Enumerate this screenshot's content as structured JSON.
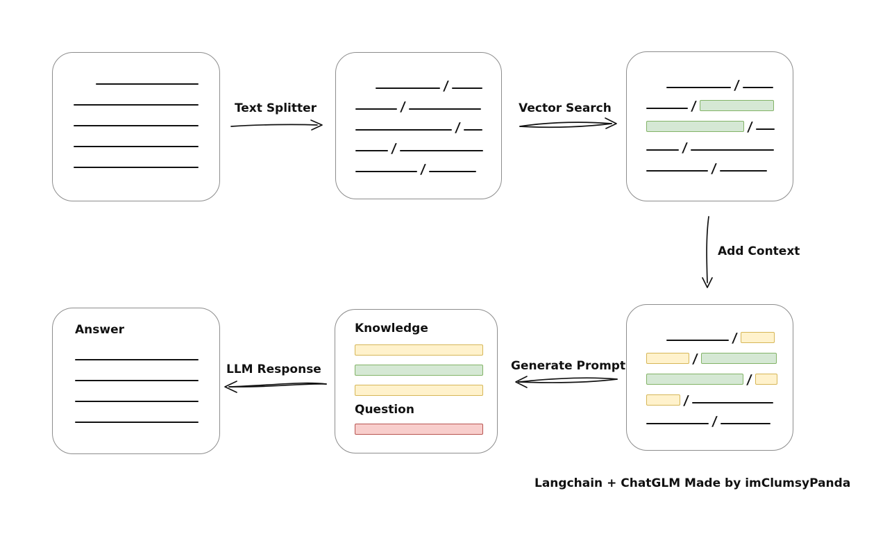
{
  "caption": "Langchain + ChatGLM Made by imClumsyPanda",
  "labels": {
    "text_splitter": "Text Splitter",
    "vector_search": "Vector Search",
    "add_context": "Add Context",
    "generate_prompt": "Generate Prompt",
    "llm_response": "LLM Response"
  },
  "colors": {
    "green_fill": "#d5e8d4",
    "green_border": "#82b366",
    "yellow_fill": "#fff2cc",
    "yellow_border": "#d6b656",
    "red_fill": "#f8cecc",
    "red_border": "#b85450",
    "box_border": "#8c8c8c",
    "line_color": "#111111"
  },
  "boxes": {
    "document": {
      "lines": [
        {
          "indent": 32,
          "w": 148
        },
        {
          "indent": 0,
          "w": 182
        },
        {
          "indent": 0,
          "w": 182
        },
        {
          "indent": 0,
          "w": 182
        },
        {
          "indent": 0,
          "w": 182
        }
      ]
    },
    "split": {
      "rows": [
        {
          "indent": 29,
          "segments": [
            [
              "line",
              93
            ],
            [
              "slash"
            ],
            [
              "line",
              44
            ]
          ]
        },
        {
          "indent": 0,
          "segments": [
            [
              "line",
              60
            ],
            [
              "slash"
            ],
            [
              "line",
              104
            ]
          ]
        },
        {
          "indent": 0,
          "segments": [
            [
              "line",
              139
            ],
            [
              "slash"
            ],
            [
              "line",
              27
            ]
          ]
        },
        {
          "indent": 0,
          "segments": [
            [
              "line",
              47
            ],
            [
              "slash"
            ],
            [
              "line",
              120
            ]
          ]
        },
        {
          "indent": 0,
          "segments": [
            [
              "line",
              89
            ],
            [
              "slash"
            ],
            [
              "line",
              68
            ]
          ]
        }
      ]
    },
    "vector": {
      "rows": [
        {
          "indent": 29,
          "segments": [
            [
              "line",
              93
            ],
            [
              "slash"
            ],
            [
              "line",
              44
            ]
          ]
        },
        {
          "indent": 0,
          "segments": [
            [
              "line",
              60
            ],
            [
              "slash"
            ],
            [
              "green",
              105
            ]
          ]
        },
        {
          "indent": 0,
          "segments": [
            [
              "green",
              139
            ],
            [
              "slash"
            ],
            [
              "line",
              27
            ]
          ]
        },
        {
          "indent": 0,
          "segments": [
            [
              "line",
              47
            ],
            [
              "slash"
            ],
            [
              "line",
              120
            ]
          ]
        },
        {
          "indent": 0,
          "segments": [
            [
              "line",
              89
            ],
            [
              "slash"
            ],
            [
              "line",
              68
            ]
          ]
        }
      ]
    },
    "context": {
      "rows": [
        {
          "indent": 29,
          "segments": [
            [
              "line",
              90
            ],
            [
              "slash"
            ],
            [
              "yellow",
              47
            ]
          ]
        },
        {
          "indent": 0,
          "segments": [
            [
              "yellow",
              60
            ],
            [
              "slash"
            ],
            [
              "green",
              107
            ]
          ]
        },
        {
          "indent": 0,
          "segments": [
            [
              "green",
              138
            ],
            [
              "slash"
            ],
            [
              "yellow",
              30
            ]
          ]
        },
        {
          "indent": 0,
          "segments": [
            [
              "yellow",
              47
            ],
            [
              "slash"
            ],
            [
              "line",
              117
            ]
          ]
        },
        {
          "indent": 0,
          "segments": [
            [
              "line",
              90
            ],
            [
              "slash"
            ],
            [
              "line",
              72
            ]
          ]
        }
      ]
    },
    "prompt": {
      "knowledge_label": "Knowledge",
      "question_label": "Question",
      "knowledge_bars": [
        "yellow",
        "green",
        "yellow"
      ],
      "question_bars": [
        "red"
      ]
    },
    "answer": {
      "label": "Answer",
      "lines": [
        {
          "indent": 0,
          "w": 180
        },
        {
          "indent": 0,
          "w": 180
        },
        {
          "indent": 0,
          "w": 180
        },
        {
          "indent": 0,
          "w": 180
        }
      ]
    }
  }
}
